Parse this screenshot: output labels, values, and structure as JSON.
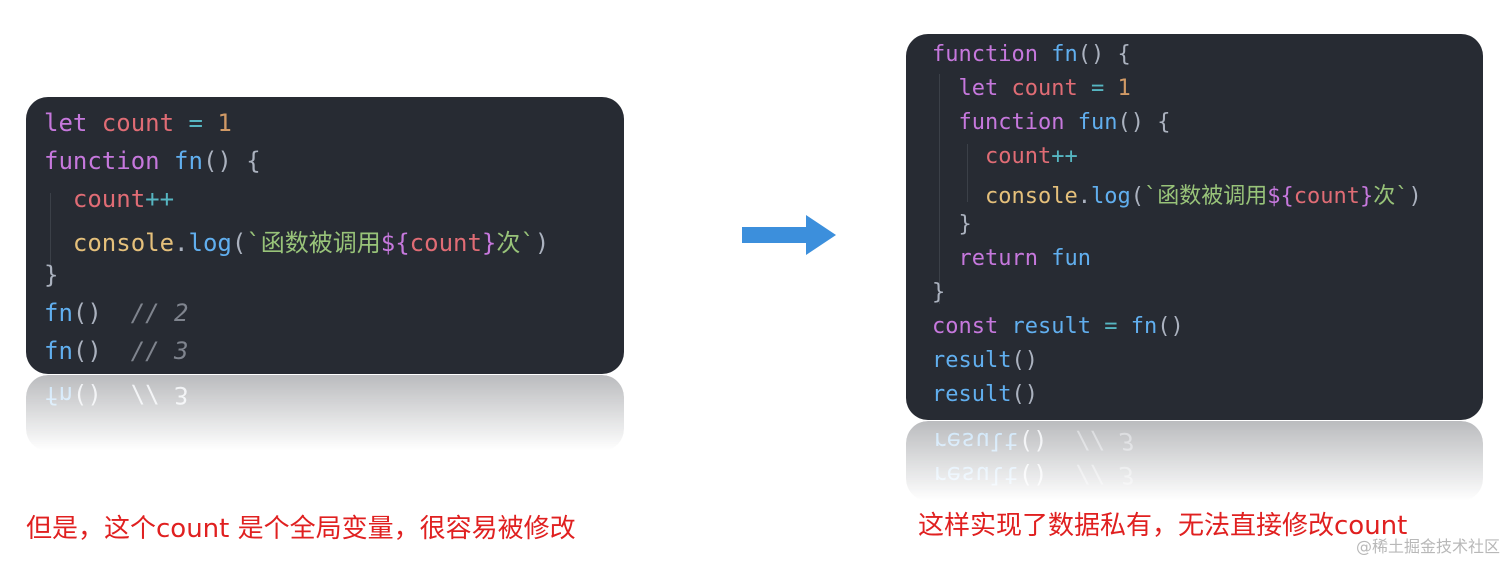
{
  "left_code": {
    "lines": [
      [
        [
          "kw",
          "let "
        ],
        [
          "var",
          "count "
        ],
        [
          "op",
          "= "
        ],
        [
          "num",
          "1"
        ]
      ],
      [
        [
          "kw",
          "function "
        ],
        [
          "fn",
          "fn"
        ],
        [
          "punc",
          "() {"
        ]
      ],
      [
        [
          "var",
          "  count"
        ],
        [
          "op",
          "++"
        ]
      ],
      [
        [
          "obj",
          "  console"
        ],
        [
          "punc",
          "."
        ],
        [
          "fn",
          "log"
        ],
        [
          "punc",
          "("
        ],
        [
          "str",
          "`函数被调用"
        ],
        [
          "tpl",
          "${"
        ],
        [
          "var",
          "count"
        ],
        [
          "tpl",
          "}"
        ],
        [
          "str",
          "次`"
        ],
        [
          "punc",
          ")"
        ]
      ],
      [
        [
          "punc",
          "}"
        ]
      ],
      [
        [
          "fn",
          "fn"
        ],
        [
          "punc",
          "()  "
        ],
        [
          "comment",
          "// 2"
        ]
      ],
      [
        [
          "fn",
          "fn"
        ],
        [
          "punc",
          "()  "
        ],
        [
          "comment",
          "// 3"
        ]
      ]
    ]
  },
  "right_code": {
    "lines": [
      [
        [
          "kw",
          "function "
        ],
        [
          "fn",
          "fn"
        ],
        [
          "punc",
          "() {"
        ]
      ],
      [
        [
          "kw",
          "  let "
        ],
        [
          "var",
          "count "
        ],
        [
          "op",
          "= "
        ],
        [
          "num",
          "1"
        ]
      ],
      [
        [
          "kw",
          "  function "
        ],
        [
          "fn",
          "fun"
        ],
        [
          "punc",
          "() {"
        ]
      ],
      [
        [
          "var",
          "    count"
        ],
        [
          "op",
          "++"
        ]
      ],
      [
        [
          "obj",
          "    console"
        ],
        [
          "punc",
          "."
        ],
        [
          "fn",
          "log"
        ],
        [
          "punc",
          "("
        ],
        [
          "str",
          "`函数被调用"
        ],
        [
          "tpl",
          "${"
        ],
        [
          "var",
          "count"
        ],
        [
          "tpl",
          "}"
        ],
        [
          "str",
          "次`"
        ],
        [
          "punc",
          ")"
        ]
      ],
      [
        [
          "punc",
          "  }"
        ]
      ],
      [
        [
          "kw",
          "  return "
        ],
        [
          "fn",
          "fun"
        ]
      ],
      [
        [
          "punc",
          "}"
        ]
      ],
      [
        [
          "kw",
          "const "
        ],
        [
          "fn",
          "result "
        ],
        [
          "op",
          "= "
        ],
        [
          "fn",
          "fn"
        ],
        [
          "punc",
          "()"
        ]
      ],
      [
        [
          "fn",
          "result"
        ],
        [
          "punc",
          "()"
        ]
      ],
      [
        [
          "fn",
          "result"
        ],
        [
          "punc",
          "()"
        ]
      ]
    ]
  },
  "captions": {
    "left": "但是，这个count 是个全局变量，很容易被修改",
    "right": "这样实现了数据私有，无法直接修改count"
  },
  "watermark": "@稀土掘金技术社区",
  "colors": {
    "panel_bg": "#272b33",
    "arrow": "#3c8fdc",
    "caption": "#e02020"
  }
}
